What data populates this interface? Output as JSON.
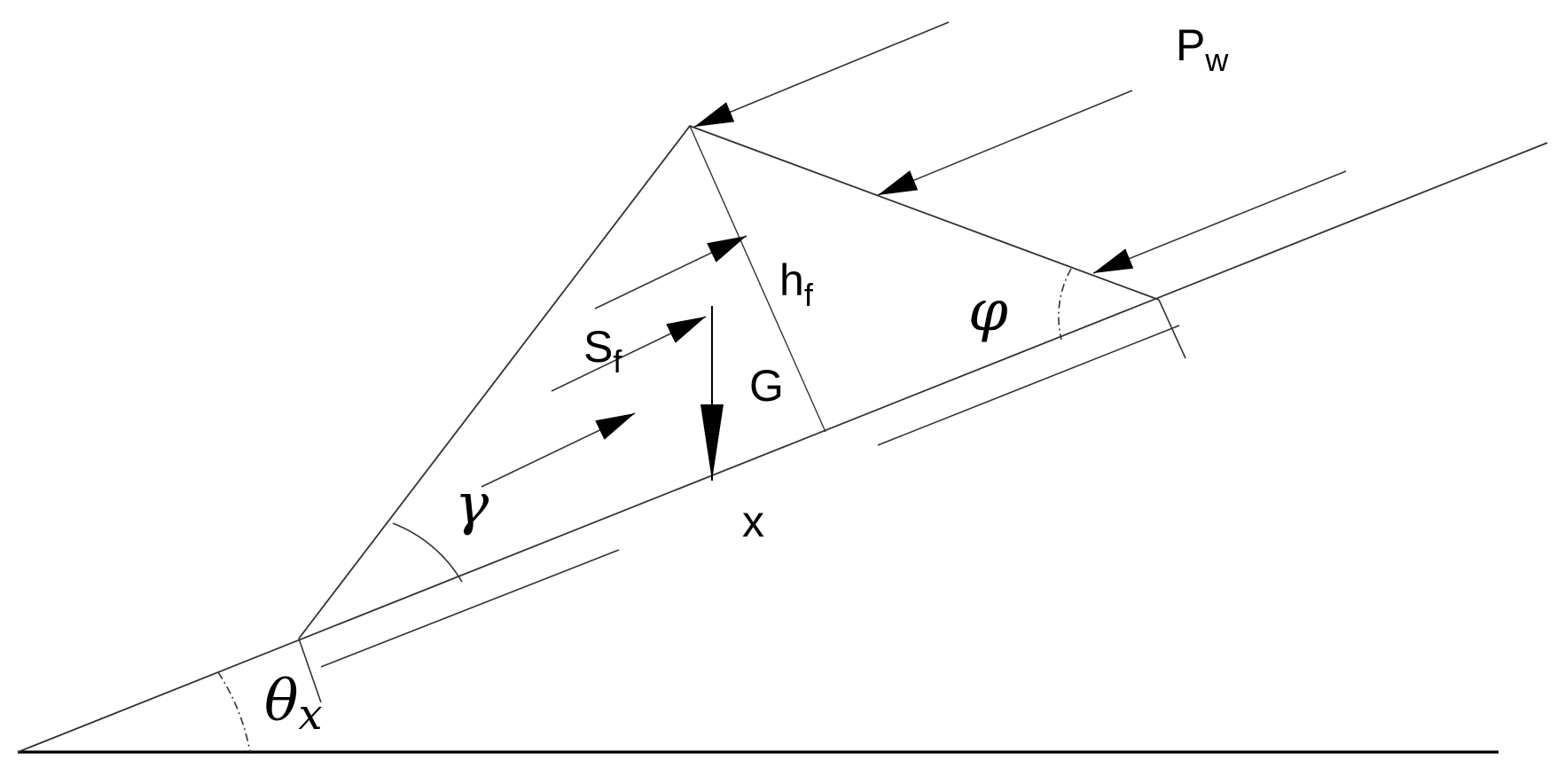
{
  "labels": {
    "wind_pressure": {
      "main": "P",
      "sub": "w"
    },
    "flow_height": {
      "main": "h",
      "sub": "f"
    },
    "shear_force": {
      "main": "S",
      "sub": "f"
    },
    "gravity": "G",
    "position": "x",
    "front_angle": "γ",
    "wind_angle": "φ",
    "slope_angle": {
      "main": "θ",
      "sub": "x"
    }
  },
  "colors": {
    "line": "#000000",
    "thin_line": "#333333",
    "background": "#ffffff"
  }
}
